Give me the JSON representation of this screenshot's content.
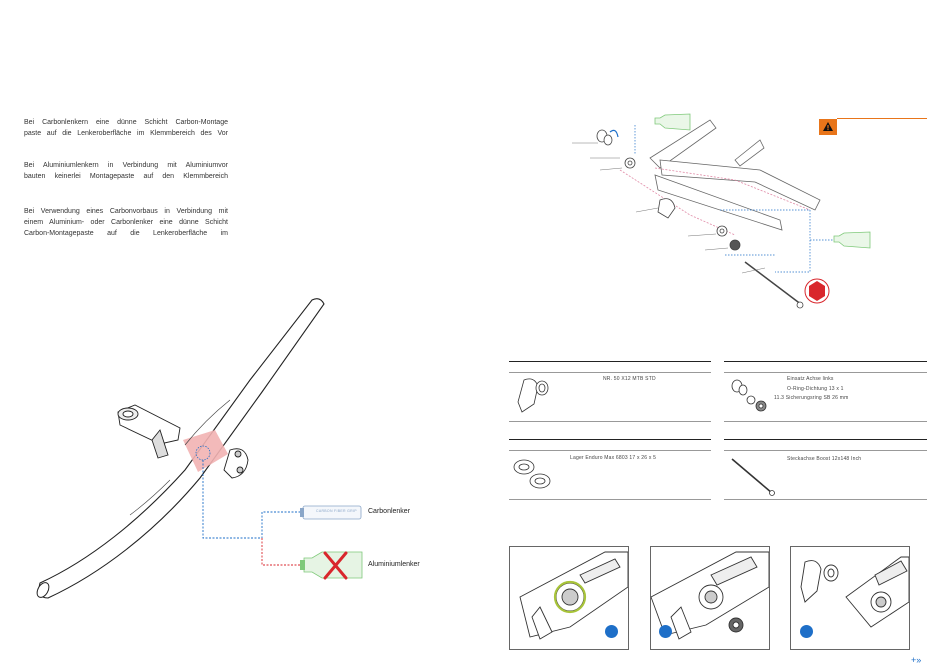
{
  "instructions": [
    [
      "Bei Carbonlenkern eine dünne Schicht Carbon-Montage",
      "paste auf die Lenkeroberfläche im Klemmbereich des Vor"
    ],
    [
      "Bei Aluminiumlenkern in Verbindung mit Aluminiumvor",
      "bauten keinerlei Montagepaste auf den Klemmbereich"
    ],
    [
      "Bei Verwendung eines Carbonvorbaus in Verbindung mit",
      "einem Aluminium- oder Carbonlenker eine dünne Schicht",
      "Carbon-Montagepaste auf die Lenkeroberfläche im"
    ]
  ],
  "handlebar_labels": {
    "carbon": "Carbonlenker",
    "aluminium": "Aluminiumlenker",
    "tube_text": "CARBON FIBER GRIP"
  },
  "parts": {
    "p1": "NR. 50 X12 MTB STD",
    "p2": [
      "Einsatz Achse links",
      "O-Ring-Dichtung 13 x 1",
      "11.3 Sicherungsring SB 26 mm"
    ],
    "p3": "Lager Enduro Max 6803 17 x 26 x 5",
    "p4": "Steckachse Boost 12x148 Inch"
  },
  "nav": "+»",
  "colors": {
    "accent": "#1e6fc8",
    "warning": "#e8751a",
    "highlight": "#f2b3b3",
    "paste_green": "#7fc97a"
  }
}
